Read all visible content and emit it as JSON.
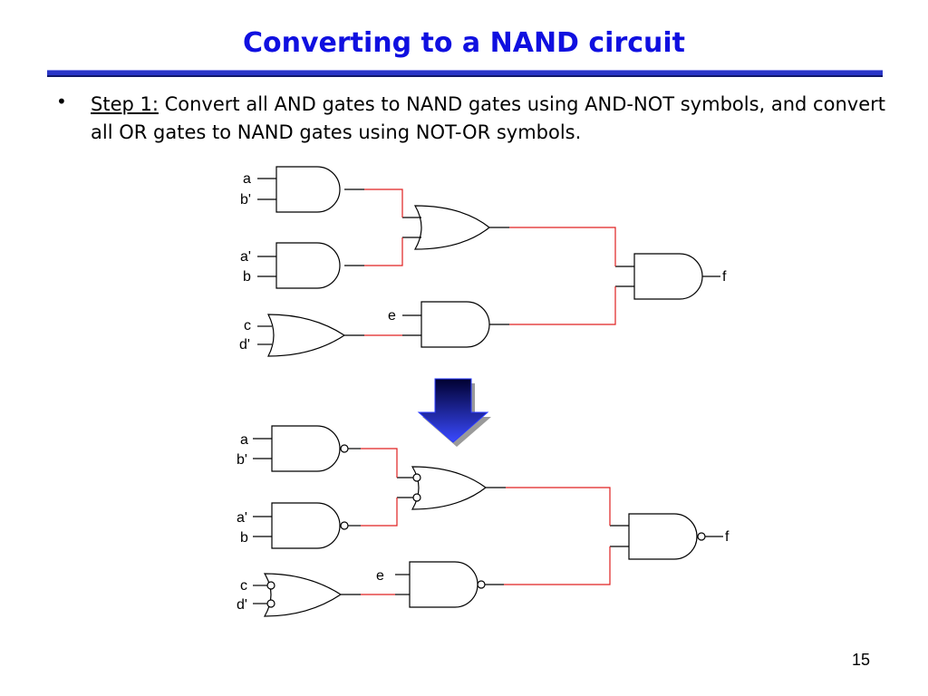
{
  "slide": {
    "title": "Converting to a NAND circuit",
    "bullet": {
      "step_label": "Step 1:",
      "text": " Convert all AND gates to NAND gates using AND-NOT symbols, and convert all OR gates to NAND gates using NOT-OR symbols."
    },
    "page_number": "15"
  },
  "diagram_top": {
    "inputs": [
      "a",
      "b'",
      "a'",
      "b",
      "c",
      "d'",
      "e"
    ],
    "output": "f"
  },
  "diagram_bottom": {
    "inputs": [
      "a",
      "b'",
      "a'",
      "b",
      "c",
      "d'",
      "e"
    ],
    "output": "f"
  },
  "colors": {
    "title": "#1010e0",
    "wire_red": "#e02020",
    "arrow_blue": "#2a3aff"
  }
}
